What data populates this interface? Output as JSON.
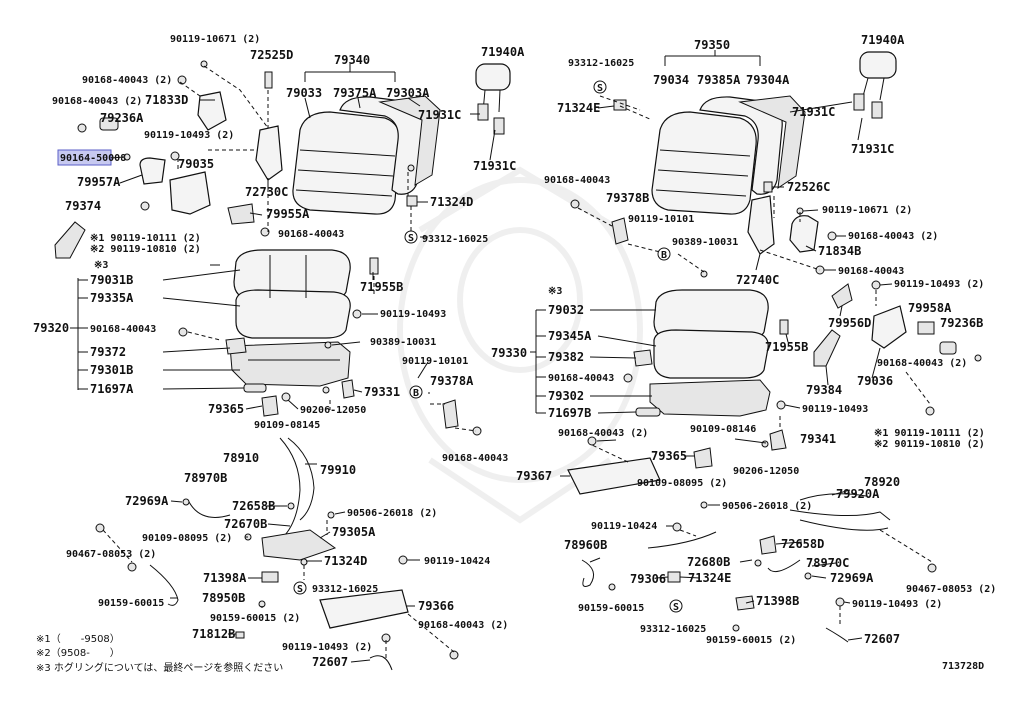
{
  "diagram_id": "713728D",
  "highlighted_part": "90164-50008",
  "footnotes": [
    "※1（　　-9508）",
    "※2（9508-　　）",
    "※3 ホグリングについては、最終ページを参照ください"
  ],
  "labels": {
    "l01": "90119-10671 (2)",
    "l02": "72525D",
    "l03": "79340",
    "l04": "79033",
    "l05": "79375A",
    "l06": "79303A",
    "l07": "71940A",
    "l08": "90168-40043 (2)",
    "l09": "90168-40043 (2)",
    "l10": "71833D",
    "l11": "79236A",
    "l12": "90119-10493 (2)",
    "l13": "90164-50008",
    "l14": "79035",
    "l15": "79957A",
    "l16": "72730C",
    "l17": "71931C",
    "l18": "71931C",
    "l19": "79374",
    "l20": "79955A",
    "l21": "71324D",
    "l22": "※1 90119-10111 (2)",
    "l23": "※2 90119-10810 (2)",
    "l24": "90168-40043",
    "l25": "93312-16025",
    "l26": "※3",
    "l27": "79031B",
    "l28": "71955B",
    "l29": "79335A",
    "l30": "79320",
    "l31": "90168-40043",
    "l32": "90119-10493",
    "l33": "79372",
    "l34": "90389-10031",
    "l35": "79301B",
    "l36": "90119-10101",
    "l37": "71697A",
    "l38": "79378A",
    "l39": "79331",
    "l40": "79365",
    "l41": "90206-12050",
    "l42": "90109-08145",
    "l43": "90168-40043",
    "l44": "78910",
    "l45": "79910",
    "l46": "78970B",
    "l47": "72969A",
    "l48": "72658B",
    "l49": "90506-26018 (2)",
    "l50": "72670B",
    "l51": "90109-08095 (2)",
    "l52": "79305A",
    "l53": "90467-08053 (2)",
    "l54": "71324D",
    "l55": "90119-10424",
    "l56": "71398A",
    "l57": "93312-16025",
    "l58": "90159-60015",
    "l59": "78950B",
    "l60": "90159-60015 (2)",
    "l61": "79366",
    "l62": "71812B",
    "l63": "90168-40043 (2)",
    "l64": "90119-10493 (2)",
    "l65": "72607",
    "r01": "79350",
    "r02": "71940A",
    "r03": "93312-16025",
    "r04": "79034",
    "r05": "79385A",
    "r06": "79304A",
    "r07": "71324E",
    "r08": "71931C",
    "r09": "71931C",
    "r10": "90168-40043",
    "r11": "79378B",
    "r12": "72526C",
    "r13": "90119-10101",
    "r14": "90119-10671 (2)",
    "r15": "90389-10031",
    "r16": "90168-40043 (2)",
    "r17": "71834B",
    "r18": "72740C",
    "r19": "90168-40043",
    "r20": "※3",
    "r21": "90119-10493 (2)",
    "r22": "79032",
    "r23": "79958A",
    "r24": "79236B",
    "r25": "79956D",
    "r26": "79345A",
    "r27": "79330",
    "r28": "71955B",
    "r29": "79382",
    "r30": "90168-40043 (2)",
    "r31": "90168-40043",
    "r32": "79384",
    "r33": "79036",
    "r34": "79302",
    "r35": "90119-10493",
    "r36": "71697B",
    "r37": "90168-40043 (2)",
    "r38": "90109-08146",
    "r39": "※1 90119-10111 (2)",
    "r40": "※2 90119-10810 (2)",
    "r41": "79365",
    "r42": "79341",
    "r43": "90206-12050",
    "r44": "79367",
    "r45": "90109-08095 (2)",
    "r46": "78920",
    "r47": "90506-26018 (2)",
    "r48": "79920A",
    "r49": "90119-10424",
    "r50": "78960B",
    "r51": "72658D",
    "r52": "72680B",
    "r53": "78970C",
    "r54": "79306",
    "r55": "71324E",
    "r56": "72969A",
    "r57": "90467-08053 (2)",
    "r58": "90159-60015",
    "r59": "71398B",
    "r60": "90119-10493 (2)",
    "r61": "93312-16025",
    "r62": "90159-60015 (2)",
    "r63": "72607"
  },
  "markers": {
    "s": "S",
    "b": "B"
  }
}
